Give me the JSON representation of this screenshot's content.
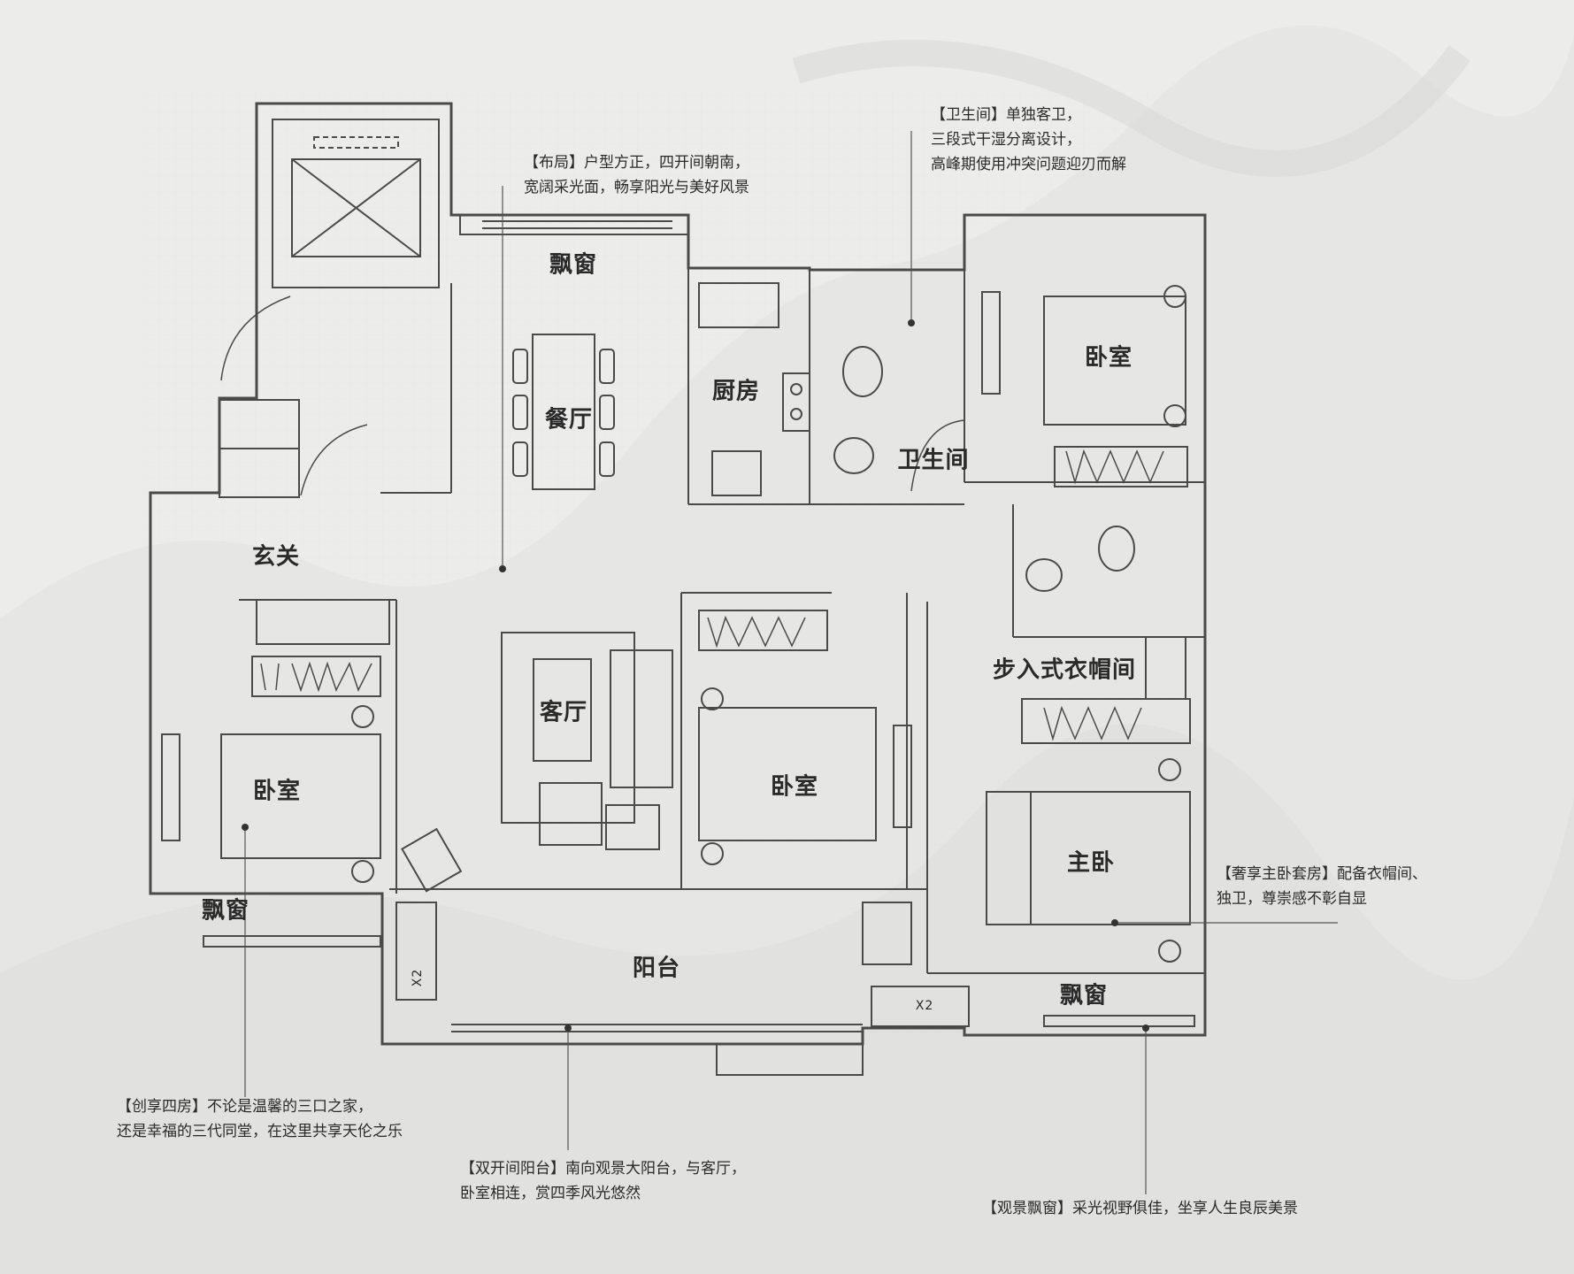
{
  "rooms": {
    "bay_top": "飘窗",
    "dining": "餐厅",
    "kitchen": "厨房",
    "bathroom": "卫生间",
    "bedroom_ne": "卧室",
    "foyer": "玄关",
    "living": "客厅",
    "bedroom_w": "卧室",
    "bedroom_mid": "卧室",
    "walkin": "步入式衣帽间",
    "master": "主卧",
    "bay_w": "飘窗",
    "balcony": "阳台",
    "bay_e": "飘窗",
    "ac_1": "X2",
    "ac_2": "X2"
  },
  "notes": {
    "layout": [
      "【布局】户型方正，四开间朝南，",
      "宽阔采光面，畅享阳光与美好风景"
    ],
    "bathroom": [
      "【卫生间】单独客卫，",
      "三段式干湿分离设计，",
      "高峰期使用冲突问题迎刃而解"
    ],
    "master": [
      "【奢享主卧套房】配备衣帽间、",
      "独卫，尊崇感不彰自显"
    ],
    "four_rooms": [
      "【创享四房】不论是温馨的三口之家，",
      "还是幸福的三代同堂，在这里共享天伦之乐"
    ],
    "balcony": [
      "【双开间阳台】南向观景大阳台，与客厅，",
      "卧室相连，赏四季风光悠然"
    ],
    "bay_window": [
      "【观景飘窗】采光视野俱佳，坐享人生良辰美景"
    ]
  },
  "colors": {
    "background": "#ebebea",
    "wall": "#4a4a4a",
    "text": "#2a2a2a"
  }
}
